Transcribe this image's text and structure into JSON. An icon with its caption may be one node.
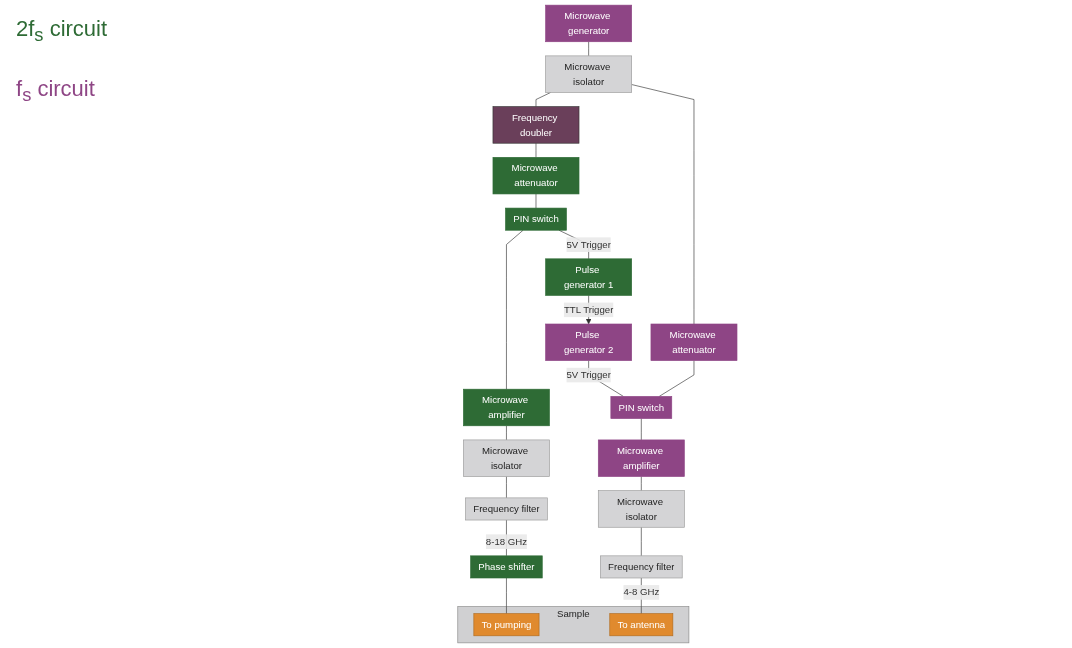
{
  "diagram": {
    "nodes": [
      {
        "text": [
          "Frequency doubler"
        ]
      },
      {
        "text": [
          "Microwave attenuator"
        ]
      },
      {
        "text": [
          "PIN switch"
        ]
      },
      {
        "text": [
          "Microwave amplifier"
        ]
      },
      {
        "text": [
          "Microwave isolator"
        ]
      },
      {
        "text": [
          "Frequency filter"
        ]
      },
      {
        "text": [
          "Phase shifter"
        ]
      },
      {
        "text": [
          "Pulse generator 1"
        ]
      },
      {
        "text": [
          "Sample"
        ]
      },
      {
        "text": [
          "To pumping"
        ],
        "in": 8
      },
      {
        "text": [
          "To antenna"
        ],
        "in": 8
      },
      {
        "text": [
          "Microwave generator"
        ]
      },
      {
        "text": [
          "Microwave isolator"
        ]
      },
      {
        "text": [
          "Pulse generator 2"
        ]
      },
      {
        "text": [
          "Microwave attenuator"
        ]
      },
      {
        "text": [
          "PIN switch"
        ]
      },
      {
        "text": [
          "Microwave amplifier"
        ]
      },
      {
        "text": [
          "Microwave isolator"
        ]
      },
      {
        "text": [
          "Frequency filter"
        ]
      }
    ],
    "edges": [
      {
        "from": 0,
        "to": 1,
        "arrow": "none"
      },
      {
        "from": 1,
        "to": 2,
        "arrow": "none"
      },
      {
        "from": 2,
        "to": 3,
        "arrow": "none"
      },
      {
        "from": 3,
        "to": 4,
        "arrow": "none"
      },
      {
        "from": 4,
        "to": 5,
        "arrow": "none"
      },
      {
        "from": 5,
        "to": 6,
        "arrow": "none",
        "label": "8-18 GHz"
      },
      {
        "from": 6,
        "to": 9,
        "arrow": "none"
      },
      {
        "from": 2,
        "to": 7,
        "arrow": "none",
        "label": "5V Trigger"
      },
      {
        "from": 7,
        "to": 13,
        "arrow": "to",
        "label": "TTL Trigger"
      },
      {
        "from": 11,
        "to": 12,
        "arrow": "none"
      },
      {
        "from": 12,
        "to": 0,
        "arrow": "none"
      },
      {
        "from": 12,
        "to": 14,
        "arrow": "none"
      },
      {
        "from": 13,
        "to": 15,
        "arrow": "none",
        "label": "5V Trigger"
      },
      {
        "from": 14,
        "to": 15,
        "arrow": "none"
      },
      {
        "from": 15,
        "to": 16,
        "arrow": "none"
      },
      {
        "from": 16,
        "to": 17,
        "arrow": "none"
      },
      {
        "from": 17,
        "to": 18,
        "arrow": "none"
      },
      {
        "from": 18,
        "to": 10,
        "arrow": "none",
        "label": "4-8 GHz"
      }
    ],
    "labels": [
      "2f$_{s}$ circuit",
      "f$_{s}$ circuit"
    ]
  }
}
